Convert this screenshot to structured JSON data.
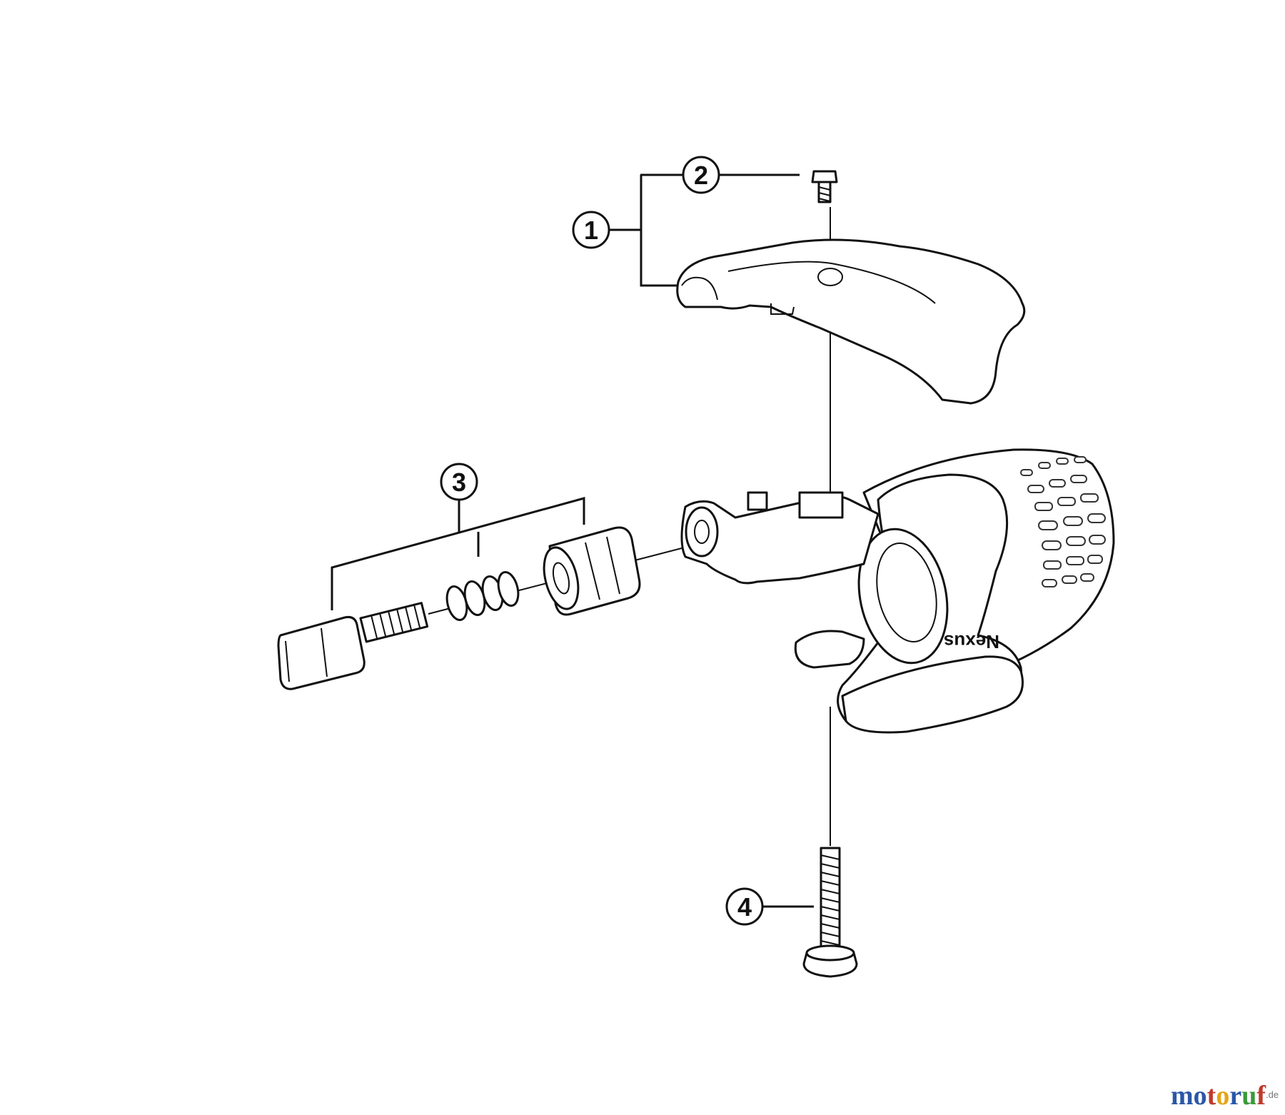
{
  "callouts": [
    {
      "id": "1",
      "label": "1"
    },
    {
      "id": "2",
      "label": "2"
    },
    {
      "id": "3",
      "label": "3"
    },
    {
      "id": "4",
      "label": "4"
    }
  ],
  "body_text": "Nexus",
  "watermark": {
    "letters": [
      "m",
      "o",
      "t",
      "o",
      "r",
      "u",
      "f"
    ],
    "suffix": ".de",
    "letter_colors": [
      "#2a57a8",
      "#2a57a8",
      "#c0392b",
      "#e6a517",
      "#2a57a8",
      "#3a9a3a",
      "#c0392b"
    ]
  }
}
